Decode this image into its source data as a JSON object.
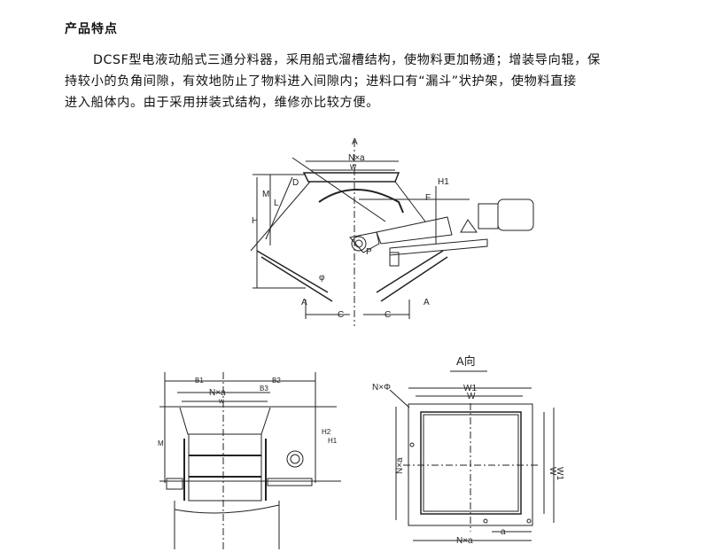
{
  "section_title": "产品特点",
  "description": {
    "line1": "DCSF型电液动船式三通分料器，采用船式溜槽结构，使物料更加畅通；增装导向辊，保",
    "line2": "持较小的负角间隙，有效地防止了物料进入间隙内；进料口有“漏斗”状护架，使物料直接",
    "line3": "进入船体内。由于采用拼装式结构，维修亦比较方便。"
  },
  "side_view": {
    "labels": {
      "arrow_a": "A",
      "nxa": "N×a",
      "w": "w",
      "d": "D",
      "m": "M",
      "l": "L",
      "h": "H",
      "h1": "H1",
      "f": "F",
      "p": "P",
      "phi": "φ",
      "a_left": "A",
      "a_right": "A",
      "c_left": "C",
      "c_right": "C"
    }
  },
  "front_view": {
    "labels": {
      "b1": "B1",
      "b2": "B2",
      "b3": "B3",
      "nxa": "N×a",
      "w": "w",
      "m": "M",
      "h2": "H2",
      "h1": "H1"
    }
  },
  "a_view": {
    "title": "A向",
    "labels": {
      "nphi": "N×Φ",
      "w1_top": "W1",
      "w_top": "W",
      "nxa_left": "N×a",
      "w_right": "W",
      "w1_right": "W1",
      "nxa_bottom": "N×a",
      "a": "a"
    }
  }
}
